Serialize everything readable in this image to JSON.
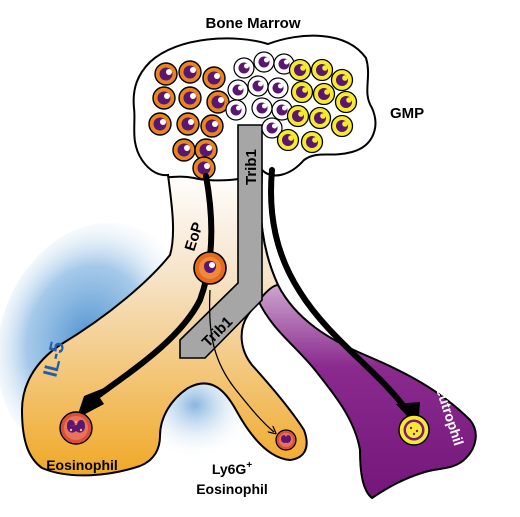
{
  "labels": {
    "bone_marrow": "Bone Marrow",
    "gmp": "GMP",
    "trib1_upper": "Trib1",
    "trib1_lower": "Trib1",
    "eop": "EoP",
    "il5": "IL-5",
    "eosinophil": "Eosinophil",
    "ly6g_line1_base": "Ly6G",
    "ly6g_line1_sup": "+",
    "ly6g_line2": "Eosinophil",
    "neutrophil": "Neutrophil"
  },
  "colors": {
    "eosinophil_orange": "#f0a826",
    "eosinophil_cell": "#e8851f",
    "neutrophil_purple": "#7a1a7e",
    "gmp_yellow": "#f5ea2e",
    "nucleus_purple": "#5a1670",
    "trib1_gray": "#a6a6a6",
    "il5_blue": "#4a90d0",
    "outline": "#000000"
  },
  "icons": {
    "arrow_to_eosinophil": "arrow-icon",
    "arrow_to_neutrophil": "arrow-icon",
    "arrow_to_ly6g": "arrow-icon"
  }
}
